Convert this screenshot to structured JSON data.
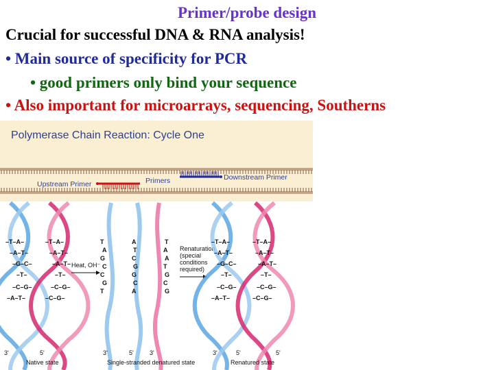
{
  "slide": {
    "title": "Primer/probe design",
    "line1": "Crucial for successful DNA & RNA analysis!",
    "line2": "• Main source of specificity for PCR",
    "line3": "• good primers only bind your sequence",
    "line4": "• Also important for microarrays, sequencing, Southerns"
  },
  "figure": {
    "title": "Polymerase Chain Reaction: Cycle One",
    "upstream_primer": "Upstream Primer",
    "primers": "Primers",
    "downstream_primer": "Downstream Primer",
    "heat_label": "Heat, OH⁻",
    "renat_1": "Renaturation",
    "renat_2": "(special",
    "renat_3": "conditions",
    "renat_4": "required)",
    "native_state": "Native state",
    "ss_state": "Single-stranded denatured state",
    "renatured_state": "Renatured state",
    "three_prime": "3'",
    "five_prime": "5'",
    "pair_1": "–T–A–",
    "pair_2": "–A–T–",
    "pair_3": "–G–C–",
    "pair_4": "–T–",
    "pair_5": "–C–G–",
    "pair_6": "–A–T–",
    "ss_left": [
      "T",
      "A",
      "G",
      "C",
      "C",
      "G",
      "T"
    ],
    "ss_mid": [
      "A",
      "T",
      "C",
      "G",
      "G",
      "C",
      "A"
    ],
    "ss_right": [
      "T",
      "A",
      "A",
      "T",
      "G",
      "C",
      "G"
    ],
    "colors": {
      "title_purple": "#6633cc",
      "line_black": "#000000",
      "line_blue": "#1f2a9b",
      "line_green": "#116611",
      "line_red": "#cc1111",
      "panel_bg": "#faefd2",
      "strand_pink": "#d6286e",
      "strand_blue": "#5aa6e0"
    }
  }
}
